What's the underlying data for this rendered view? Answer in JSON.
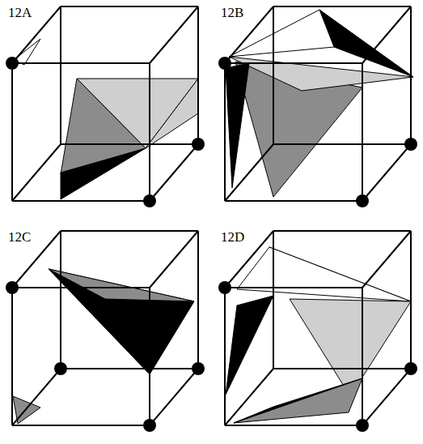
{
  "diagram": {
    "labels": [
      "12A",
      "12B",
      "12C",
      "12D"
    ]
  }
}
